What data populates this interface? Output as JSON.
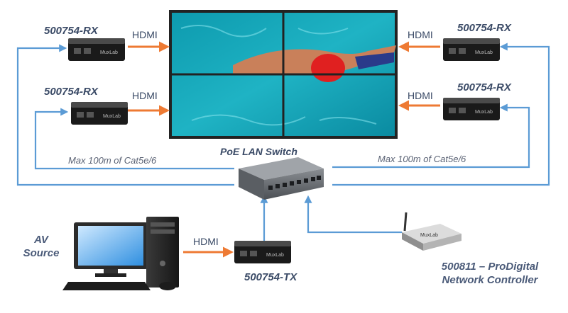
{
  "receivers": {
    "top_left": "500754-RX",
    "mid_left": "500754-RX",
    "top_right": "500754-RX",
    "mid_right": "500754-RX"
  },
  "transmitter": "500754-TX",
  "hdmi_label": "HDMI",
  "cable_left": "Max 100m of Cat5e/6",
  "cable_right": "Max 100m of Cat5e/6",
  "switch_label": "PoE LAN Switch",
  "source": {
    "line1": "AV",
    "line2": "Source"
  },
  "controller": {
    "line1": "500811 – ProDigital",
    "line2": "Network Controller"
  },
  "device_brand": "MuxLab",
  "colors": {
    "hdmi_arrow": "#ee7a33",
    "network_line": "#5b9bd5",
    "text": "#3a4a66"
  }
}
